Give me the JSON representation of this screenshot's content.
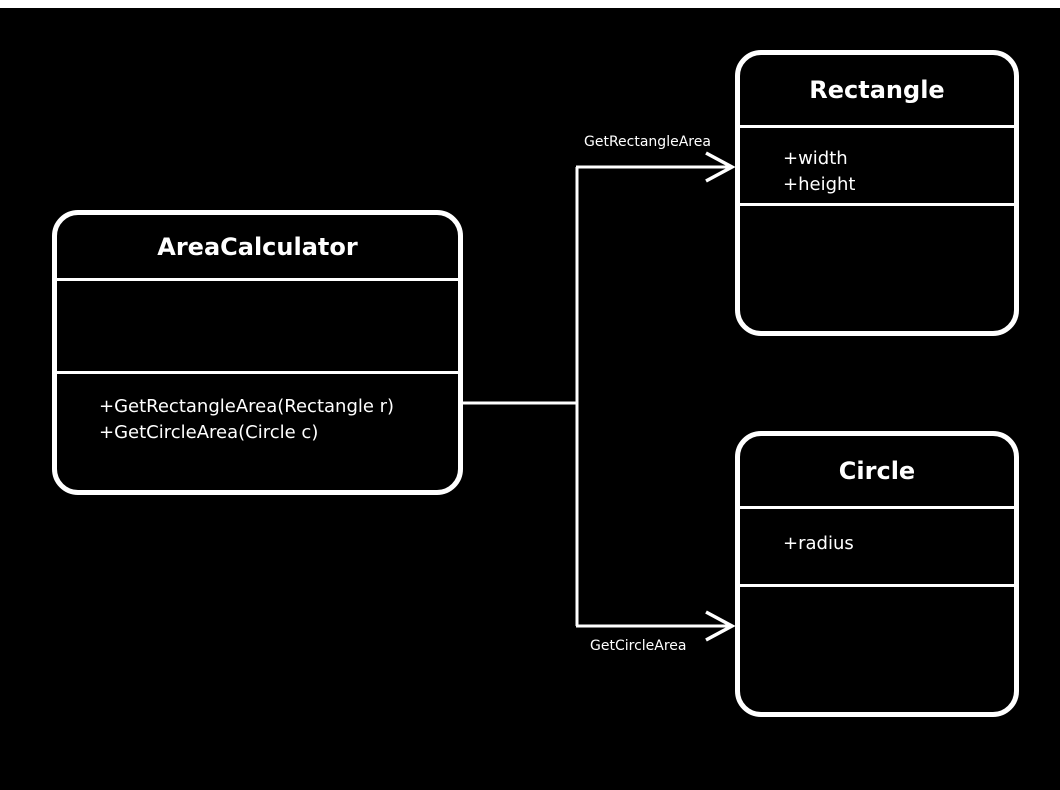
{
  "diagram": {
    "background_color": "#000000",
    "stroke_color": "#ffffff",
    "classes": [
      {
        "name": "AreaCalculator",
        "attributes": [],
        "operations": [
          "+GetRectangleArea(Rectangle r)",
          "+GetCircleArea(Circle c)"
        ]
      },
      {
        "name": "Rectangle",
        "attributes": [
          "+width",
          "+height"
        ],
        "operations": []
      },
      {
        "name": "Circle",
        "attributes": [
          "+radius"
        ],
        "operations": []
      }
    ],
    "relations": [
      {
        "from": "AreaCalculator",
        "to": "Rectangle",
        "label": "GetRectangleArea",
        "arrow": "open"
      },
      {
        "from": "AreaCalculator",
        "to": "Circle",
        "label": "GetCircleArea",
        "arrow": "open"
      }
    ]
  }
}
